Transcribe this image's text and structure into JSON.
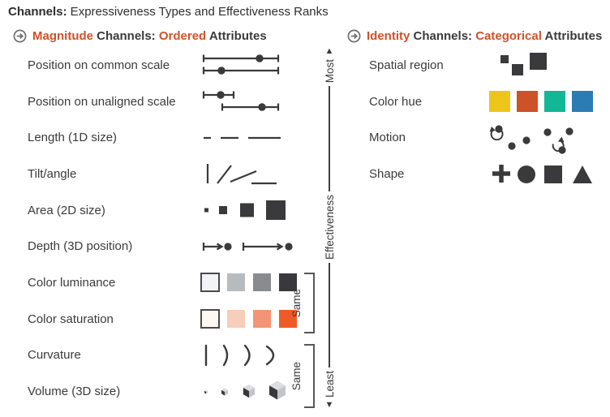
{
  "title": {
    "bold": "Channels:",
    "rest": " Expressiveness Types and Effectiveness Ranks"
  },
  "magnitude_heading": {
    "word1": "Magnitude",
    "word2": "Channels:",
    "word3": "Ordered",
    "word4": "Attributes"
  },
  "identity_heading": {
    "word1": "Identity",
    "word2": "Channels:",
    "word3": "Categorical",
    "word4": "Attributes"
  },
  "magnitude_rows": [
    {
      "label": "Position on common scale"
    },
    {
      "label": "Position on unaligned scale"
    },
    {
      "label": "Length (1D size)"
    },
    {
      "label": "Tilt/angle"
    },
    {
      "label": "Area (2D size)"
    },
    {
      "label": "Depth (3D position)"
    },
    {
      "label": "Color luminance"
    },
    {
      "label": "Color saturation"
    },
    {
      "label": "Curvature"
    },
    {
      "label": "Volume (3D size)"
    }
  ],
  "identity_rows": [
    {
      "label": "Spatial region"
    },
    {
      "label": "Color hue"
    },
    {
      "label": "Motion"
    },
    {
      "label": "Shape"
    }
  ],
  "axis": {
    "arrow_up": "▲",
    "most": "Most",
    "mid": "Effectiveness",
    "least": "Least",
    "arrow_down": "▼"
  },
  "same_label": "Same",
  "colors": {
    "accent": "#d0522a",
    "ink": "#3a3a3c",
    "hue": [
      "#edc51b",
      "#cd5227",
      "#12b795",
      "#2b7cb5"
    ],
    "luminance": [
      "#f2f3f5",
      "#b8bbbe",
      "#898c8f",
      "#39393b"
    ],
    "saturation": [
      "#fdf6f3",
      "#f7cdbc",
      "#f29475",
      "#ef5b26"
    ],
    "cube": {
      "top": "#dcdde0",
      "left": "#37373a",
      "right": "#c3c4c7"
    }
  }
}
